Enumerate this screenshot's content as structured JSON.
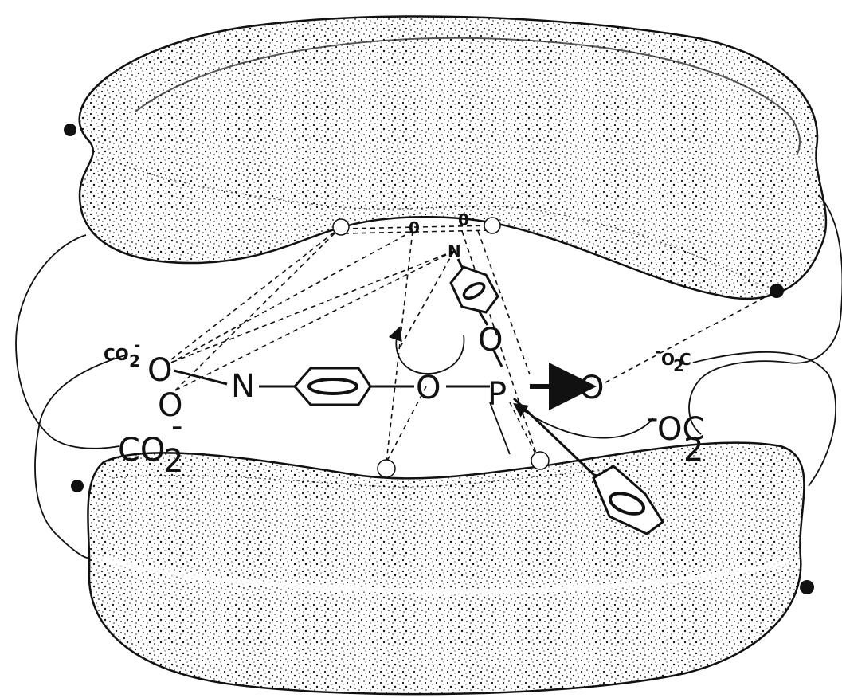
{
  "labels": {
    "co2_left_top": "CO",
    "co2_left_top_sub": "2",
    "co2_left_top_charge": "-",
    "co2_left_bottom": "CO",
    "co2_left_bottom_sub": "2",
    "co2_left_bottom_charge": "-",
    "o2c_right_top_charge": "-",
    "o2c_right_top": "O",
    "o2c_right_top_sub": "2",
    "o2c_right_top_c": "C",
    "oc_right_bottom_charge": "-",
    "oc_right_bottom": "OC",
    "oc_right_bottom_sub": "2",
    "nitro_o_upper": "O",
    "nitro_o_lower": "O",
    "nitro_n": "N",
    "bridge_o": "O",
    "phosphorus": "P",
    "leaving_o": "O",
    "upper_o": "O",
    "top_n": "N",
    "top_o1": "0",
    "top_o2": "0"
  },
  "colors": {
    "ink": "#111111",
    "background": "#ffffff"
  }
}
